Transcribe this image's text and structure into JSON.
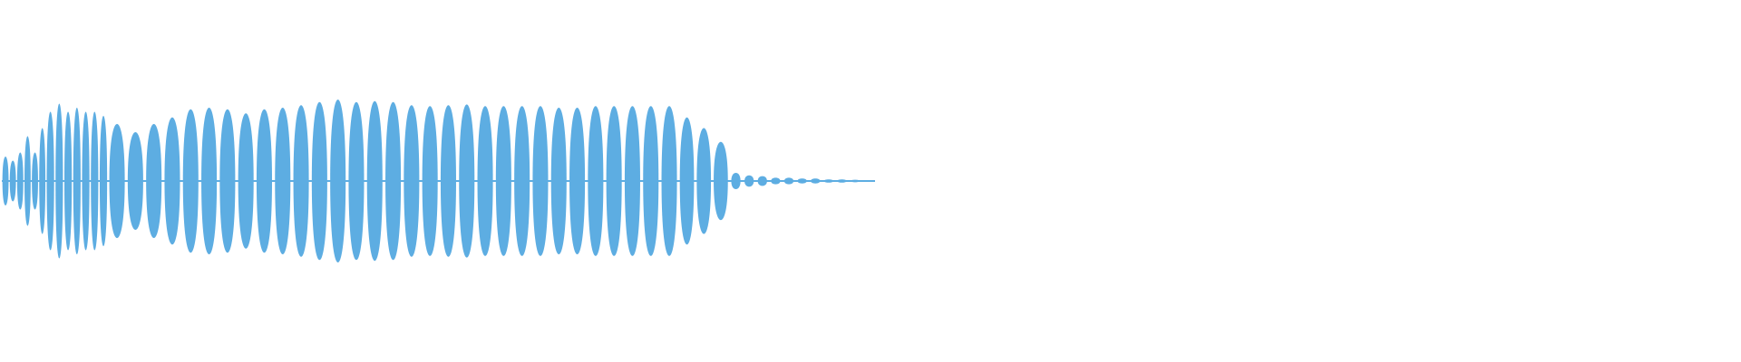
{
  "waveform": {
    "color": "#5dade2",
    "background": "#ffffff",
    "pulses": [
      {
        "amp": 0.3
      },
      {
        "amp": 0.25
      },
      {
        "amp": 0.35
      },
      {
        "amp": 0.55
      },
      {
        "amp": 0.35
      },
      {
        "amp": 0.65
      },
      {
        "amp": 0.85
      },
      {
        "amp": 0.95
      },
      {
        "amp": 0.85
      },
      {
        "amp": 0.9
      },
      {
        "amp": 0.85
      },
      {
        "amp": 0.85
      },
      {
        "amp": 0.8
      },
      {
        "amp": 0.7
      },
      {
        "amp": 0.6
      },
      {
        "amp": 0.7
      },
      {
        "amp": 0.78
      },
      {
        "amp": 0.88
      },
      {
        "amp": 0.9
      },
      {
        "amp": 0.88
      },
      {
        "amp": 0.83
      },
      {
        "amp": 0.88
      },
      {
        "amp": 0.9
      },
      {
        "amp": 0.93
      },
      {
        "amp": 0.97
      },
      {
        "amp": 1.0
      },
      {
        "amp": 0.97
      },
      {
        "amp": 0.98
      },
      {
        "amp": 0.97
      },
      {
        "amp": 0.93
      },
      {
        "amp": 0.92
      },
      {
        "amp": 0.93
      },
      {
        "amp": 0.94
      },
      {
        "amp": 0.92
      },
      {
        "amp": 0.92
      },
      {
        "amp": 0.92
      },
      {
        "amp": 0.92
      },
      {
        "amp": 0.9
      },
      {
        "amp": 0.9
      },
      {
        "amp": 0.92
      },
      {
        "amp": 0.92
      },
      {
        "amp": 0.92
      },
      {
        "amp": 0.92
      },
      {
        "amp": 0.92
      },
      {
        "amp": 0.78
      },
      {
        "amp": 0.65
      },
      {
        "amp": 0.48
      },
      {
        "amp": 0.1
      },
      {
        "amp": 0.07
      },
      {
        "amp": 0.06
      },
      {
        "amp": 0.04
      },
      {
        "amp": 0.04
      },
      {
        "amp": 0.03
      },
      {
        "amp": 0.03
      },
      {
        "amp": 0.02
      },
      {
        "amp": 0.02
      },
      {
        "amp": 0.015
      },
      {
        "amp": 0.01
      }
    ]
  }
}
